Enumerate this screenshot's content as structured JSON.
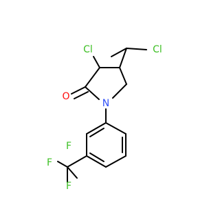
{
  "molecule": {
    "atoms": {
      "cl_side_chain": "Cl",
      "cl_ring": "Cl",
      "carbonyl_oxygen": "O",
      "ring_nitrogen": "N",
      "fluorine_top": "F",
      "fluorine_left": "F",
      "fluorine_bottom": "F"
    }
  },
  "colors": {
    "bond": "#000000",
    "chlorine": "#3cbf23",
    "oxygen": "#ff0d0d",
    "nitrogen": "#3050f8",
    "fluorine": "#3cbf23"
  }
}
